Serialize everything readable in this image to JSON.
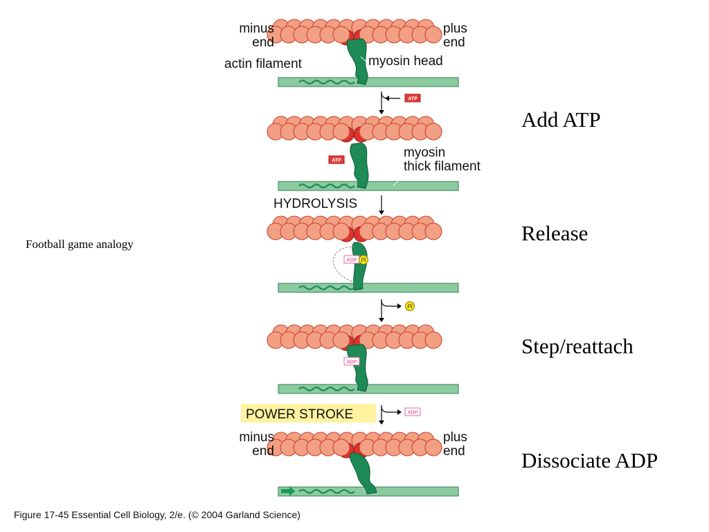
{
  "colors": {
    "actin": "#f29f83",
    "actin_outline": "#c9442f",
    "actin_bound": "#e0322d",
    "myosin": "#1e8a55",
    "thick_filament": "#8ccaa0",
    "thick_outline": "#2f7d55",
    "atp_tag": "#e33b3b",
    "adp_tag": "#e46aa2",
    "pi": "#f5e21a",
    "power_stroke_highlight": "#fff3a0",
    "movement_arrow": "#199a5c"
  },
  "labels": {
    "minus_end": "minus\nend",
    "plus_end": "plus\nend",
    "actin_filament": "actin filament",
    "myosin_head": "myosin head",
    "myosin_thick_filament": "myosin\nthick filament",
    "hydrolysis": "HYDROLYSIS",
    "power_stroke": "POWER STROKE",
    "atp": "ATP",
    "adp": "ADP",
    "pi": "Pi"
  },
  "steps": [
    {
      "label": "Add ATP"
    },
    {
      "label": "Release"
    },
    {
      "label": "Step/reattach"
    },
    {
      "label": "Dissociate ADP"
    }
  ],
  "side_note": "Football game analogy",
  "caption": "Figure 17-45  Essential Cell Biology, 2/e. (© 2004 Garland Science)"
}
